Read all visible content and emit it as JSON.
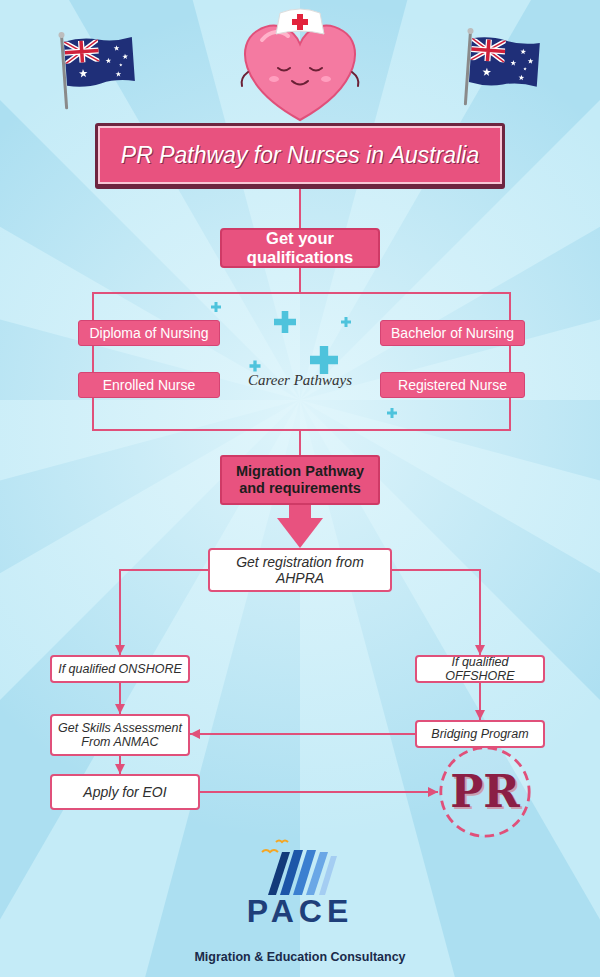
{
  "diagram": {
    "nodes": [
      {
        "text": [
          "PR Pathway for Nurses in Australia"
        ]
      },
      {
        "text": [
          "Get your qualifications"
        ]
      },
      {
        "text": [
          "Diploma of Nursing"
        ]
      },
      {
        "text": [
          "Bachelor of Nursing"
        ]
      },
      {
        "text": [
          "Enrolled Nurse"
        ]
      },
      {
        "text": [
          "Registered Nurse"
        ]
      },
      {
        "text": [
          "Migration Pathway and requirements"
        ]
      },
      {
        "text": [
          "Get registration from AHPRA"
        ]
      },
      {
        "text": [
          "If qualified ONSHORE"
        ]
      },
      {
        "text": [
          "If qualified OFFSHORE"
        ]
      },
      {
        "text": [
          "Get Skills Assessment From ANMAC"
        ]
      },
      {
        "text": [
          "Bridging Program"
        ]
      },
      {
        "text": [
          "Apply for EOI"
        ]
      },
      {
        "text": [
          "PR"
        ]
      }
    ],
    "edges": [
      {
        "from": 0,
        "to": 1,
        "arrow": "none"
      },
      {
        "from": 1,
        "to": 2,
        "arrow": "none"
      },
      {
        "from": 1,
        "to": 3,
        "arrow": "none"
      },
      {
        "from": 2,
        "to": 4,
        "arrow": "none"
      },
      {
        "from": 3,
        "to": 5,
        "arrow": "none"
      },
      {
        "from": 4,
        "to": 6,
        "arrow": "none"
      },
      {
        "from": 5,
        "to": 6,
        "arrow": "none"
      },
      {
        "from": 6,
        "to": 7,
        "arrow": "to"
      },
      {
        "from": 7,
        "to": 8,
        "arrow": "to"
      },
      {
        "from": 7,
        "to": 9,
        "arrow": "to"
      },
      {
        "from": 8,
        "to": 10,
        "arrow": "to"
      },
      {
        "from": 9,
        "to": 11,
        "arrow": "to"
      },
      {
        "from": 11,
        "to": 10,
        "arrow": "to"
      },
      {
        "from": 10,
        "to": 12,
        "arrow": "to"
      },
      {
        "from": 12,
        "to": 13,
        "arrow": "to"
      }
    ],
    "labels": [
      "Career Pathways",
      "PACE",
      "Migration & Education Consultancy"
    ]
  }
}
